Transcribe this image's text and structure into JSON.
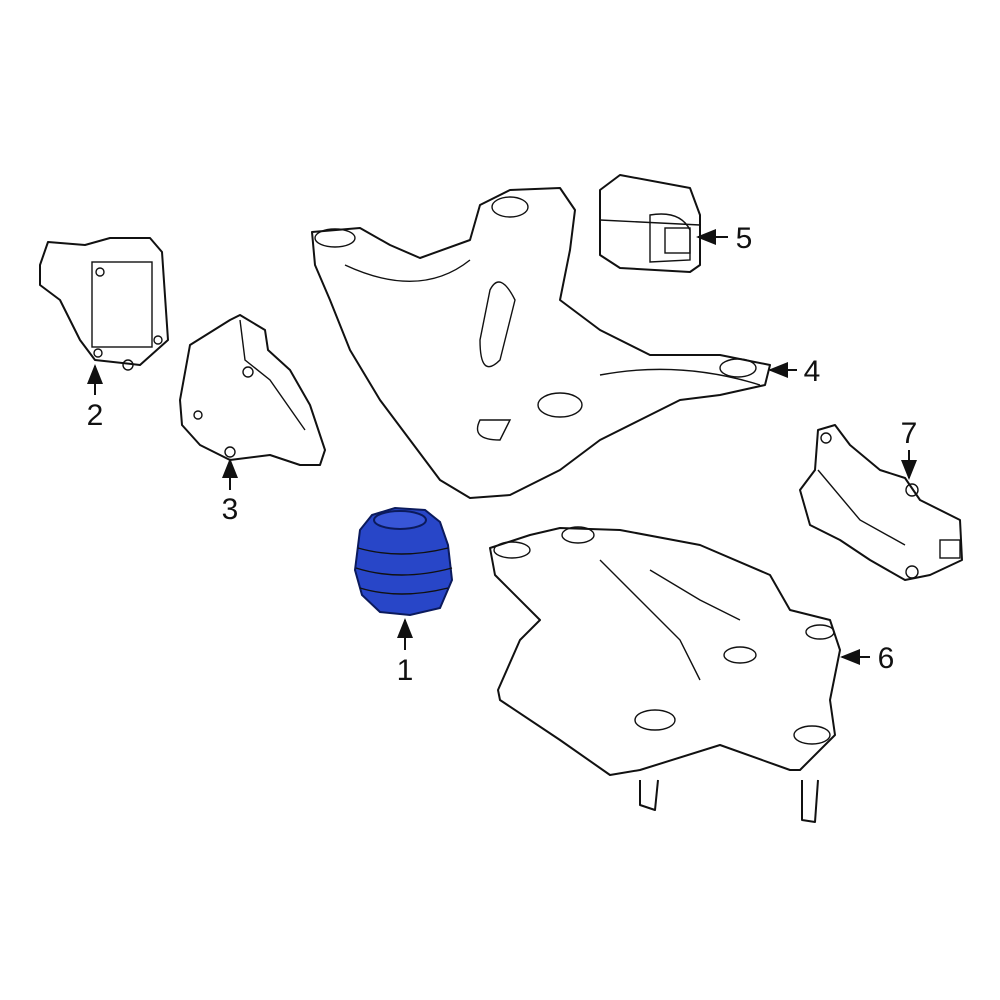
{
  "diagram": {
    "highlight_color": "#2846c8",
    "highlighted_part": "1",
    "callouts": [
      {
        "id": "1",
        "label": "1"
      },
      {
        "id": "2",
        "label": "2"
      },
      {
        "id": "3",
        "label": "3"
      },
      {
        "id": "4",
        "label": "4"
      },
      {
        "id": "5",
        "label": "5"
      },
      {
        "id": "6",
        "label": "6"
      },
      {
        "id": "7",
        "label": "7"
      }
    ]
  }
}
